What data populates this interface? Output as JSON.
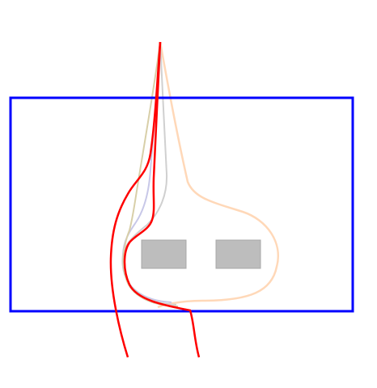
{
  "colors": {
    "background": "#ffffff",
    "frame": "#0000ff",
    "obstacle_fill": "#bdbdbd",
    "obstacle_stroke": "#a8a8a8",
    "highlighted_path": "#ff0000",
    "peach_path": "#ffd8b8",
    "faint_path_blue": "#c8c8e8",
    "faint_path_grey": "#d0d0d0",
    "faint_path_olive": "#d8cfa8"
  },
  "elements": {
    "frame": "bounding-rectangle",
    "obstacles": [
      "obstacle-left",
      "obstacle-right"
    ],
    "paths": [
      "trajectory-peach",
      "trajectory-faint-1",
      "trajectory-faint-2",
      "trajectory-faint-3",
      "trajectory-red"
    ]
  }
}
